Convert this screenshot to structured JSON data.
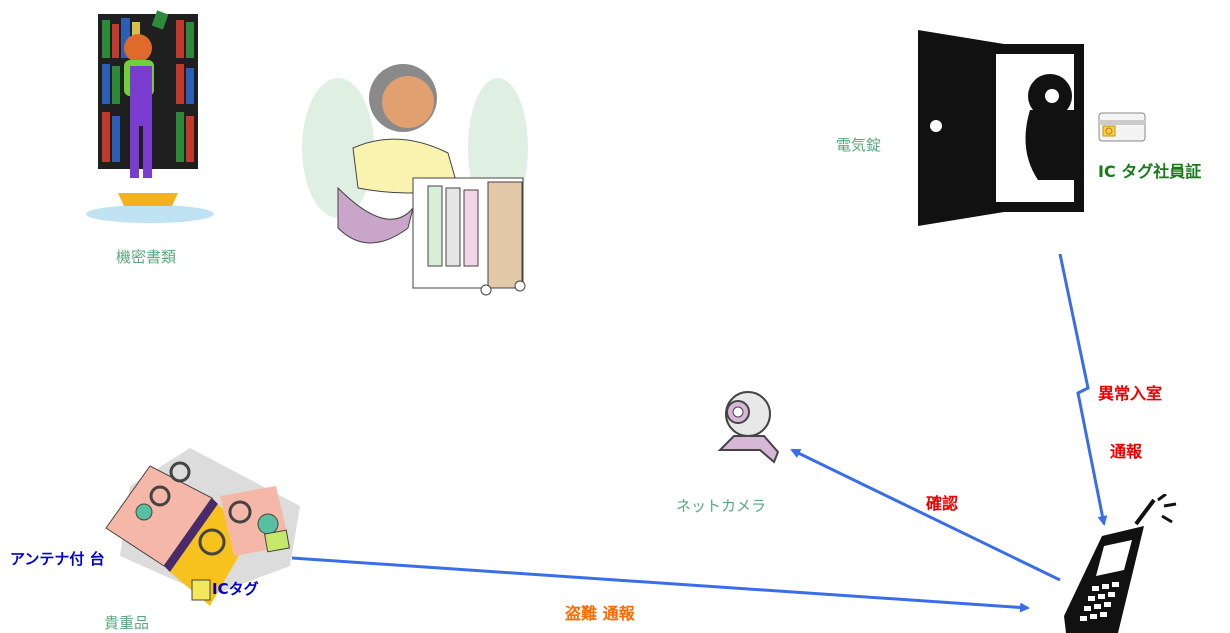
{
  "labels": {
    "confidential_docs": "機密書類",
    "electric_lock": "電気錠",
    "ic_badge": "IC タグ社員証",
    "intrusion_alert_line1": "異常入室",
    "intrusion_alert_line2": "通報",
    "confirm": "確認",
    "network_camera": "ネットカメラ",
    "antenna_stand": "アンテナ付 台",
    "ic_tag": "ICタグ",
    "valuables": "貴重品",
    "theft_alert": "盗難 通報"
  },
  "colors": {
    "arrow": "#3a6ee8",
    "label_green": "#5aa881",
    "alert_red": "#ee0000",
    "alert_orange": "#ff6a00",
    "tag_blue": "#0000cc",
    "badge_green": "#1a7a1a"
  },
  "icons": [
    "bookshelf-girl-icon",
    "file-cart-person-icon",
    "door-silhouette-icon",
    "ic-card-icon",
    "webcam-icon",
    "jewelry-display-icon",
    "mobile-phone-icon"
  ]
}
